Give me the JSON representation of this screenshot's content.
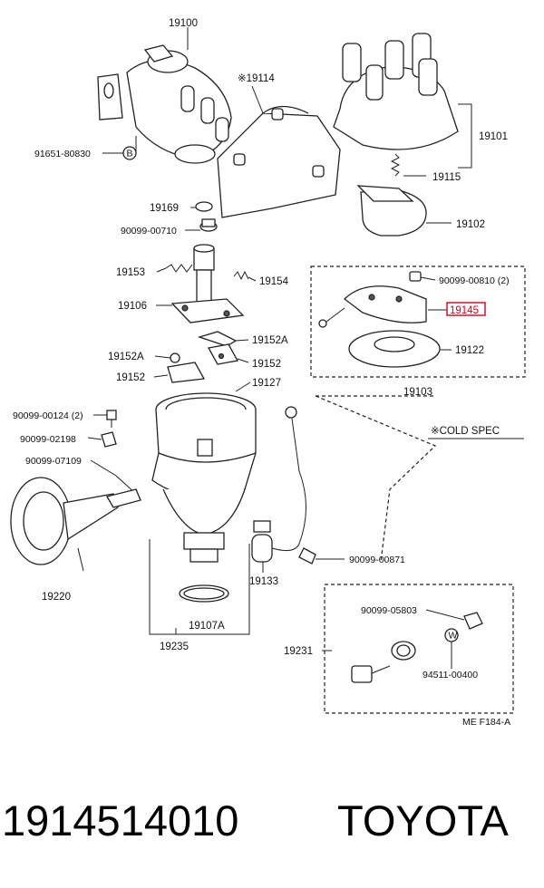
{
  "labels": {
    "p19100": "19100",
    "p19114": "※19114",
    "p19101": "19101",
    "p19115": "19115",
    "p19102": "19102",
    "p91651": "91651-80830",
    "p19169": "19169",
    "p90099_00710": "90099-00710",
    "p19153": "19153",
    "p19154": "19154",
    "p19106": "19106",
    "p19152A_r": "19152A",
    "p19152A_l": "19152A",
    "p19152_r": "19152",
    "p19152_l": "19152",
    "p19127": "19127",
    "p90099_00810": "90099-00810 (2)",
    "p19145": "19145",
    "p19122": "19122",
    "p19103": "19103",
    "p90099_00124": "90099-00124 (2)",
    "p90099_02198": "90099-02198",
    "p90099_07109": "90099-07109",
    "cold_spec": "※COLD SPEC",
    "p90099_00871": "90099-00871",
    "p19220": "19220",
    "p19133": "19133",
    "p90099_05803": "90099-05803",
    "p19107A": "19107A",
    "p19231": "19231",
    "p94511": "94511-00400",
    "p19235": "19235",
    "ref_code": "ME  F184-A"
  },
  "markers": {
    "B": "B",
    "W": "W"
  },
  "footer": {
    "part_number": "1914514010",
    "brand": "TOYOTA"
  },
  "colors": {
    "highlight": "#d0021b"
  }
}
